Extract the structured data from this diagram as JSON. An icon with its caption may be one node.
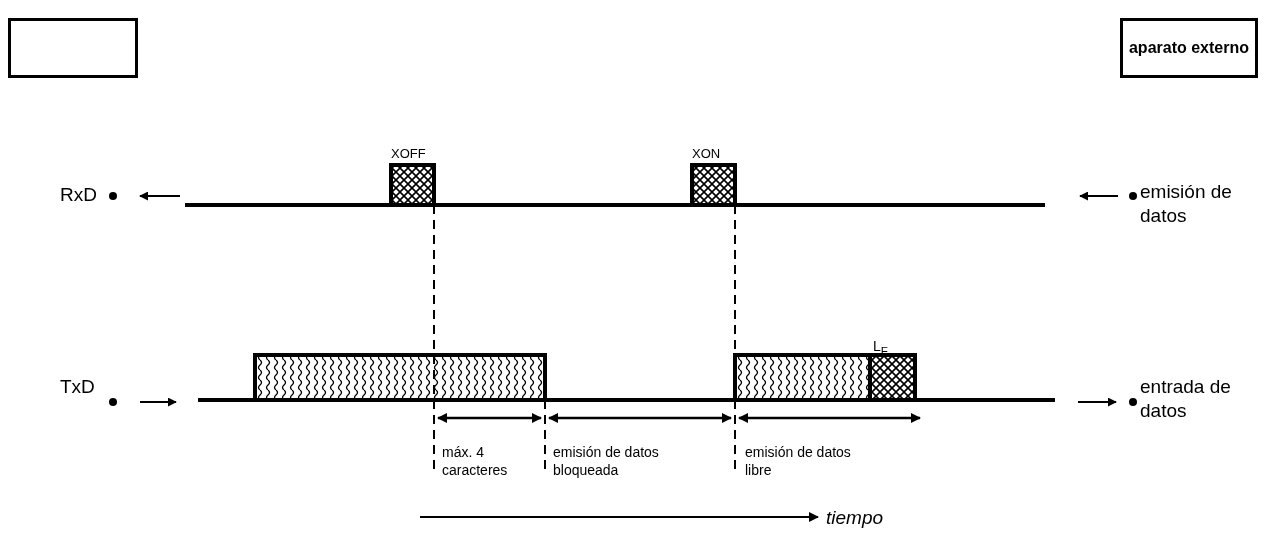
{
  "diagram": {
    "nodes": [
      {
        "text": [],
        "shape": "box"
      },
      {
        "text": [
          "aparato externo"
        ]
      }
    ],
    "labels": [
      "XOFF",
      "XON",
      "RxD",
      "emisión de datos",
      "L$_{F}$",
      "TxD",
      "entrada de datos",
      "máx. 4 caracteres",
      "emisión de datos bloqueada",
      "emisión de datos libre",
      "tiempo"
    ]
  }
}
